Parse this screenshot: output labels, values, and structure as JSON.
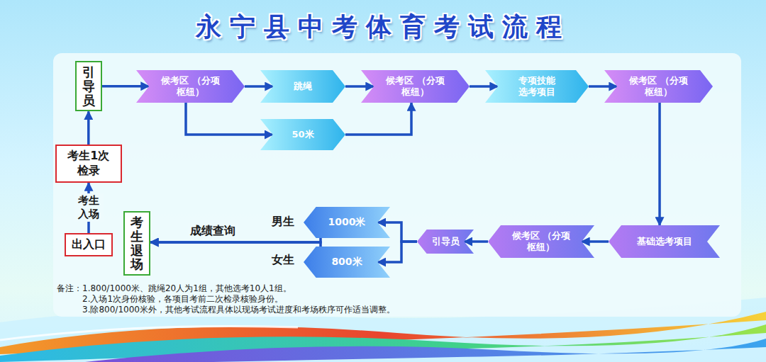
{
  "diagram": {
    "title": "永宁县中考体育考试流程",
    "nodes": [
      {
        "text": [
          "引导员"
        ]
      },
      {
        "text": [
          "候考区 （分项枢纽）"
        ]
      },
      {
        "text": [
          "跳绳"
        ]
      },
      {
        "text": [
          "候考区 （分项枢纽）"
        ]
      },
      {
        "text": [
          "专项技能 选考项目"
        ]
      },
      {
        "text": [
          "候考区 （分项枢纽）"
        ]
      },
      {
        "text": [
          "50米"
        ]
      },
      {
        "text": [
          "基础选考项目"
        ]
      },
      {
        "text": [
          "候考区 （分项枢纽）"
        ]
      },
      {
        "text": [
          "引导员"
        ]
      },
      {
        "text": [
          "1000米"
        ]
      },
      {
        "text": [
          "800米"
        ]
      },
      {
        "text": [
          "考生退场"
        ]
      },
      {
        "text": [
          "考生1次 检录"
        ]
      },
      {
        "text": [
          "出入口"
        ]
      }
    ],
    "edges": [
      {
        "from": 14,
        "to": 13,
        "arrow": "to",
        "label": "考生入场"
      },
      {
        "from": 13,
        "to": 0,
        "arrow": "to"
      },
      {
        "from": 0,
        "to": 1,
        "arrow": "to"
      },
      {
        "from": 1,
        "to": 2,
        "arrow": "to"
      },
      {
        "from": 1,
        "to": 6,
        "arrow": "to"
      },
      {
        "from": 2,
        "to": 3,
        "arrow": "to"
      },
      {
        "from": 6,
        "to": 3,
        "arrow": "to"
      },
      {
        "from": 3,
        "to": 4,
        "arrow": "to"
      },
      {
        "from": 4,
        "to": 5,
        "arrow": "to"
      },
      {
        "from": 5,
        "to": 7,
        "arrow": "to"
      },
      {
        "from": 7,
        "to": 8,
        "arrow": "to"
      },
      {
        "from": 8,
        "to": 9,
        "arrow": "to"
      },
      {
        "from": 9,
        "to": 10,
        "arrow": "to"
      },
      {
        "from": 9,
        "to": 11,
        "arrow": "to"
      },
      {
        "from": 10,
        "to": 12,
        "arrow": "to",
        "label": "成绩查询"
      },
      {
        "from": 11,
        "to": 12,
        "arrow": "to"
      }
    ],
    "labels": [
      "男生",
      "女生",
      "备注：1.800/1000米、跳绳20人为1组，其他选考10人1组。",
      "2.入场1次身份核验，各项目考前二次检录核验身份。",
      "3.除800/1000米外，其他考试流程具体以现场考试进度和考场秩序可作适当调整。"
    ]
  }
}
